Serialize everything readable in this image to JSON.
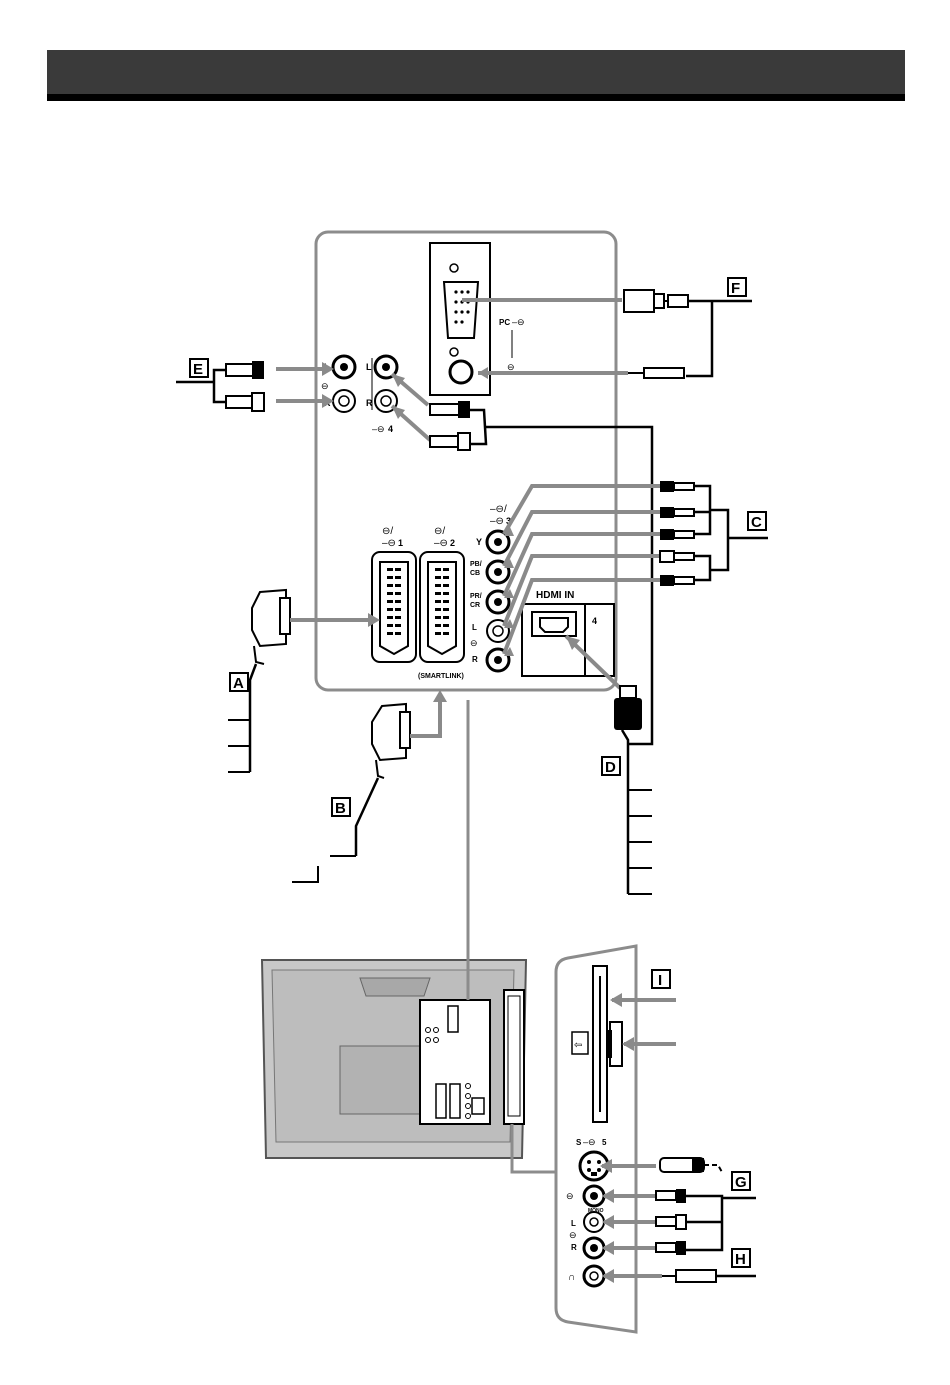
{
  "header": {
    "title": ""
  },
  "colors": {
    "panel_outline": "#8c8c8c",
    "cable": "#111111",
    "arrow": "#8a8a8a",
    "banner": "#3a3a3a"
  },
  "callouts": {
    "A": "A",
    "B": "B",
    "C": "C",
    "D": "D",
    "E": "E",
    "F": "F",
    "G": "G",
    "H": "H",
    "I": "I"
  },
  "ports": {
    "pc": "PC",
    "av4": "4",
    "comp_3": "3",
    "y": "Y",
    "pb1": "PB/",
    "pb2": "CB",
    "pr1": "PR/",
    "pr2": "CR",
    "l": "L",
    "r": "R",
    "scart1": "1",
    "scart2": "2",
    "smartlink": "(SMARTLINK)",
    "hdmi_in": "HDMI IN",
    "hdmi_num": "4",
    "s5": "S",
    "s5_num": "5",
    "mono": "MONO"
  }
}
